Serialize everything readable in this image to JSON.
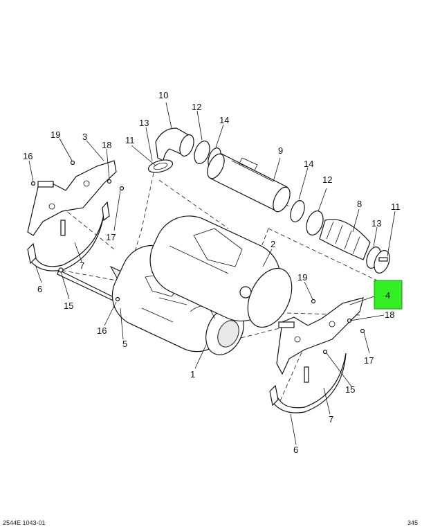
{
  "callouts": {
    "c1": "1",
    "c2": "2",
    "c3": "3",
    "c4": "4",
    "c5": "5",
    "c6a": "6",
    "c6b": "6",
    "c7a": "7",
    "c7b": "7",
    "c8": "8",
    "c9": "9",
    "c10": "10",
    "c11a": "11",
    "c11b": "11",
    "c12a": "12",
    "c12b": "12",
    "c13a": "13",
    "c13b": "13",
    "c14a": "14",
    "c14b": "14",
    "c15a": "15",
    "c15b": "15",
    "c16a": "16",
    "c16b": "16",
    "c17a": "17",
    "c17b": "17",
    "c18a": "18",
    "c18b": "18",
    "c19a": "19",
    "c19b": "19"
  },
  "highlight": {
    "color": "#33ee22",
    "label": "4"
  },
  "footer": {
    "left": "2544E 1043-01",
    "right": "345"
  }
}
